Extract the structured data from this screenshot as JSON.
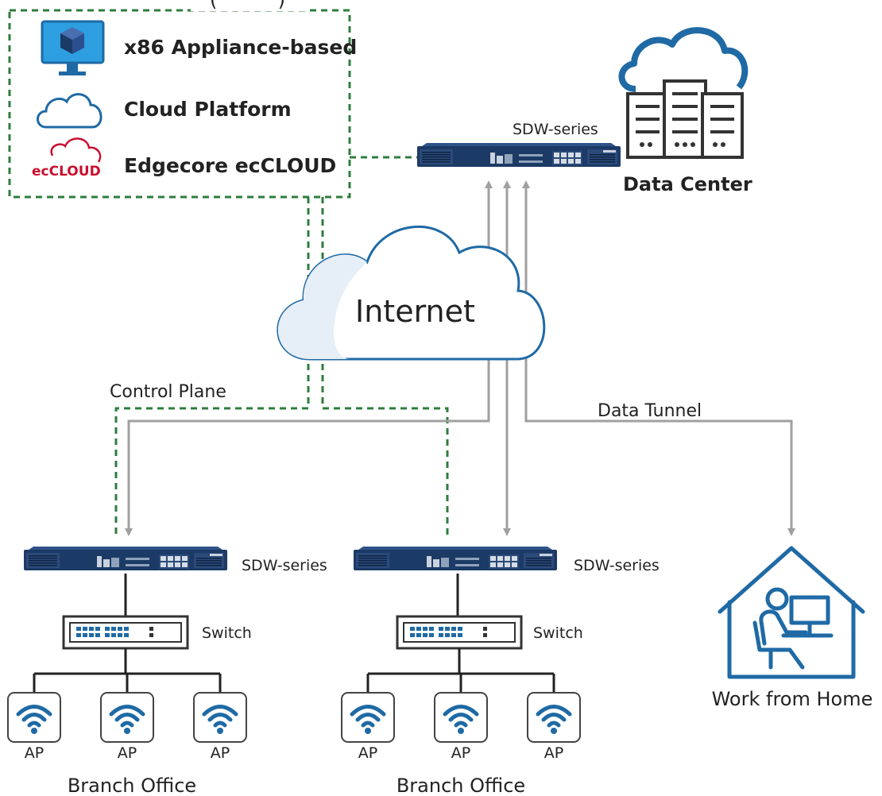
{
  "colors": {
    "control_plane": "#2e7d3e",
    "data_tunnel": "#a0a0a0",
    "icon_blue": "#1f6aa5",
    "device_navy": "#1c3a66",
    "eccloud_red": "#c8102e"
  },
  "options_panel": {
    "title_fragment": "(          )",
    "options": [
      {
        "icon": "monitor-cube-icon",
        "label": "x86 Appliance-based"
      },
      {
        "icon": "cloud-outline-icon",
        "label": "Cloud Platform"
      },
      {
        "icon": "eccloud-logo",
        "label": "Edgecore ecCLOUD",
        "logo_text": "ecCLOUD"
      }
    ]
  },
  "data_center": {
    "device_label": "SDW-series",
    "label": "Data Center",
    "icon": "cloud-server-icon"
  },
  "internet": {
    "label": "Internet",
    "icon": "cloud-icon"
  },
  "control_plane_label": "Control Plane",
  "data_tunnel_label": "Data Tunnel",
  "branches": [
    {
      "device_label": "SDW-series",
      "switch_label": "Switch",
      "aps": [
        "AP",
        "AP",
        "AP"
      ],
      "label": "Branch Office"
    },
    {
      "device_label": "SDW-series",
      "switch_label": "Switch",
      "aps": [
        "AP",
        "AP",
        "AP"
      ],
      "label": "Branch Office"
    }
  ],
  "work_from_home": {
    "label": "Work from Home",
    "icon": "home-worker-icon"
  }
}
